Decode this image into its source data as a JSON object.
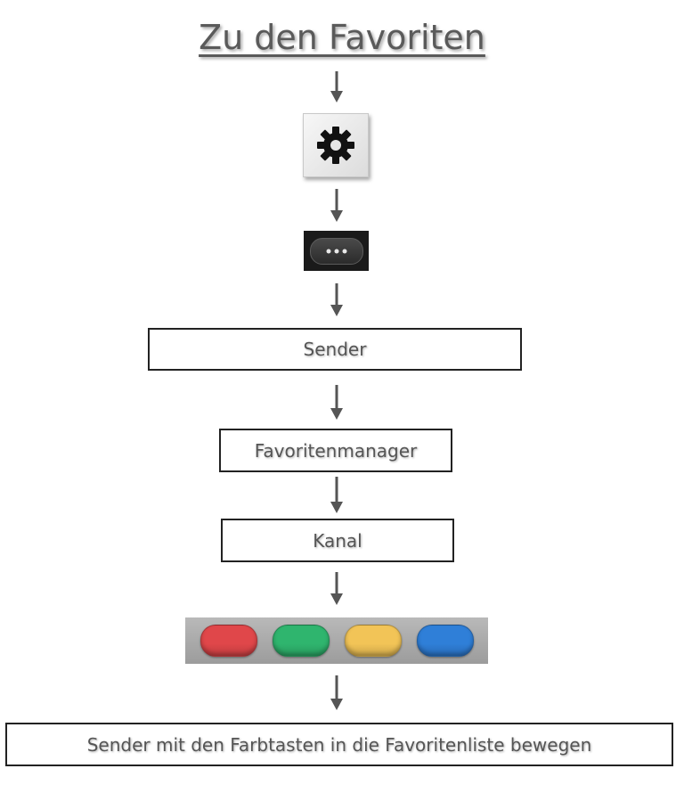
{
  "title": "Zu den Favoriten",
  "steps": {
    "sender": "Sender",
    "favoritenmanager": "Favoritenmanager",
    "kanal": "Kanal",
    "final": "Sender mit den Farbtasten in die Favoritenliste bewegen"
  },
  "icons": {
    "settings": "gear-icon",
    "more": "ellipsis-icon"
  },
  "color_keys": [
    "#e0474a",
    "#2fb56e",
    "#f2c457",
    "#2f7fd8"
  ]
}
